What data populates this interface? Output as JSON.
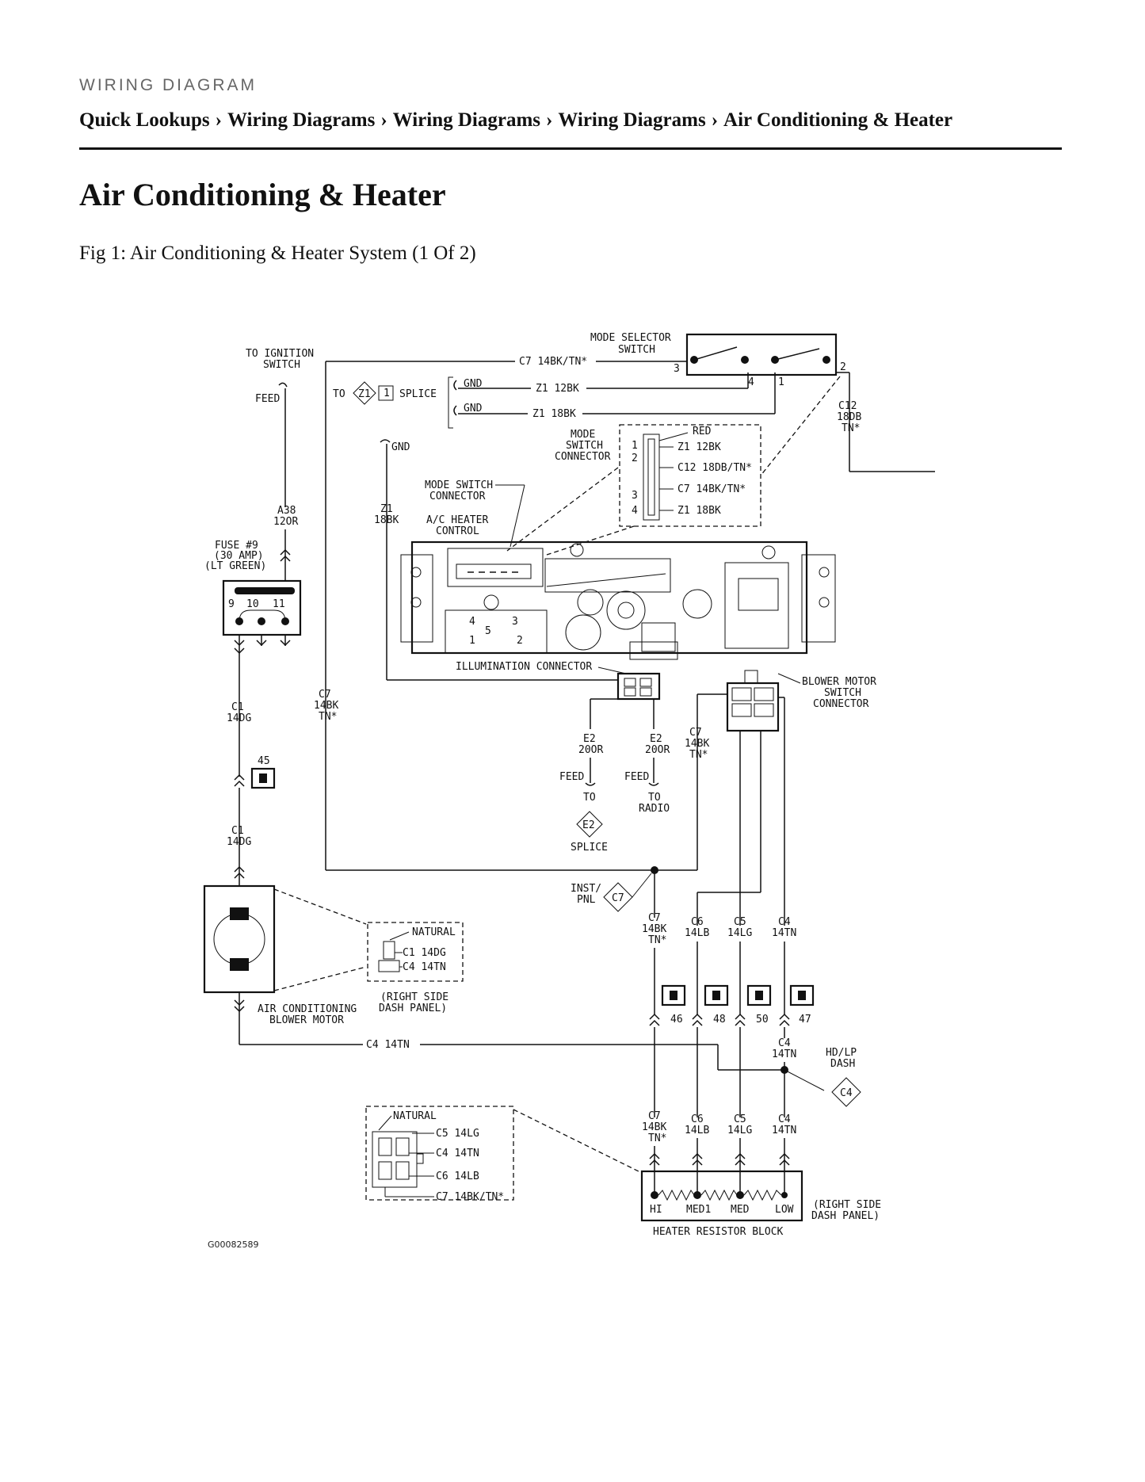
{
  "header": {
    "section_label": "WIRING DIAGRAM",
    "breadcrumb": [
      "Quick Lookups",
      "Wiring Diagrams",
      "Wiring Diagrams",
      "Wiring Diagrams",
      "Air Conditioning & Heater"
    ],
    "breadcrumb_separator": "›"
  },
  "page": {
    "title": "Air Conditioning & Heater",
    "figure_caption": "Fig 1: Air Conditioning & Heater System (1 Of 2)"
  },
  "diagram": {
    "figure_id": "G00082589",
    "mode_selector_switch": {
      "line1": "MODE SELECTOR",
      "line2": "SWITCH",
      "pins": [
        "3",
        "4",
        "1",
        "2"
      ]
    },
    "to_ignition": {
      "line1": "TO IGNITION",
      "line2": "SWITCH",
      "feed": "FEED"
    },
    "splice": {
      "to": "TO",
      "z1": "Z1",
      "pin": "1",
      "label": "SPLICE",
      "gnd1": "GND",
      "gnd2": "GND"
    },
    "wires_top": {
      "c7": "C7 14BK/TN*",
      "z1_12": "Z1 12BK",
      "z1_18": "Z1 18BK"
    },
    "c12": {
      "l1": "C12",
      "l2": "18DB",
      "l3": "TN*"
    },
    "mode_switch_connector_box": {
      "label": [
        "MODE",
        "SWITCH",
        "CONNECTOR"
      ],
      "red": "RED",
      "pins": [
        "1",
        "2",
        "3",
        "4"
      ],
      "wires": [
        "Z1 12BK",
        "C12 18DB/TN*",
        "C7 14BK/TN*",
        "Z1 18BK"
      ]
    },
    "gnd_label": "GND",
    "mode_switch_connector_label": [
      "MODE SWITCH",
      "CONNECTOR"
    ],
    "ac_heater_control": [
      "A/C HEATER",
      "CONTROL"
    ],
    "z1_18bk_left": [
      "Z1",
      "18BK"
    ],
    "a38": [
      "A38",
      "12OR"
    ],
    "fuse": {
      "l1": "FUSE #9",
      "l2": "(30 AMP)",
      "l3": "(LT GREEN)",
      "pins": [
        "9",
        "10",
        "11"
      ]
    },
    "c1_top": [
      "C1",
      "14DG"
    ],
    "c1_bottom": [
      "C1",
      "14DG"
    ],
    "connector_45": "45",
    "c7_left": [
      "C7",
      "14BK",
      "TN*"
    ],
    "control_pins": [
      "4",
      "3",
      "5",
      "1",
      "2"
    ],
    "illumination_connector": "ILLUMINATION CONNECTOR",
    "blower_motor_switch_connector": [
      "BLOWER MOTOR",
      "SWITCH",
      "CONNECTOR"
    ],
    "e2_left": [
      "E2",
      "20OR"
    ],
    "e2_right": [
      "E2",
      "20OR"
    ],
    "c7_mid": [
      "C7",
      "14BK",
      "TN*"
    ],
    "feed_left": "FEED",
    "feed_right": "FEED",
    "to_left": "TO",
    "to_radio": [
      "TO",
      "RADIO"
    ],
    "e2_splice": {
      "id": "E2",
      "label": "SPLICE"
    },
    "inst_pnl": {
      "l1": "INST/",
      "l2": "PNL",
      "id": "C7"
    },
    "lower_wires": [
      {
        "l1": "C7",
        "l2": "14BK",
        "l3": "TN*"
      },
      {
        "l1": "C6",
        "l2": "14LB",
        "l3": ""
      },
      {
        "l1": "C5",
        "l2": "14LG",
        "l3": ""
      },
      {
        "l1": "C4",
        "l2": "14TN",
        "l3": ""
      }
    ],
    "connectors_row": [
      "46",
      "48",
      "50",
      "47"
    ],
    "natural_box_1": {
      "label": "NATURAL",
      "wires": [
        "C1 14DG",
        "C4 14TN"
      ],
      "note": [
        "(RIGHT SIDE",
        "DASH PANEL)"
      ]
    },
    "blower_motor_label": [
      "AIR CONDITIONING",
      "BLOWER MOTOR"
    ],
    "c4_14tn_long": "C4 14TN",
    "c4_after_47": [
      "C4",
      "14TN"
    ],
    "hd_lp": {
      "l1": "HD/LP",
      "l2": "DASH",
      "id": "C4"
    },
    "natural_box_2": {
      "label": "NATURAL",
      "wires": [
        "C5 14LG",
        "C4 14TN",
        "C6 14LB",
        "C7 14BK/TN*"
      ]
    },
    "resistor_wires": [
      {
        "l1": "C7",
        "l2": "14BK",
        "l3": "TN*"
      },
      {
        "l1": "C6",
        "l2": "14LB",
        "l3": ""
      },
      {
        "l1": "C5",
        "l2": "14LG",
        "l3": ""
      },
      {
        "l1": "C4",
        "l2": "14TN",
        "l3": ""
      }
    ],
    "resistor_block": {
      "taps": [
        "HI",
        "MED1",
        "MED",
        "LOW"
      ],
      "label": "HEATER RESISTOR BLOCK",
      "note": [
        "(RIGHT SIDE",
        "DASH PANEL)"
      ]
    }
  }
}
